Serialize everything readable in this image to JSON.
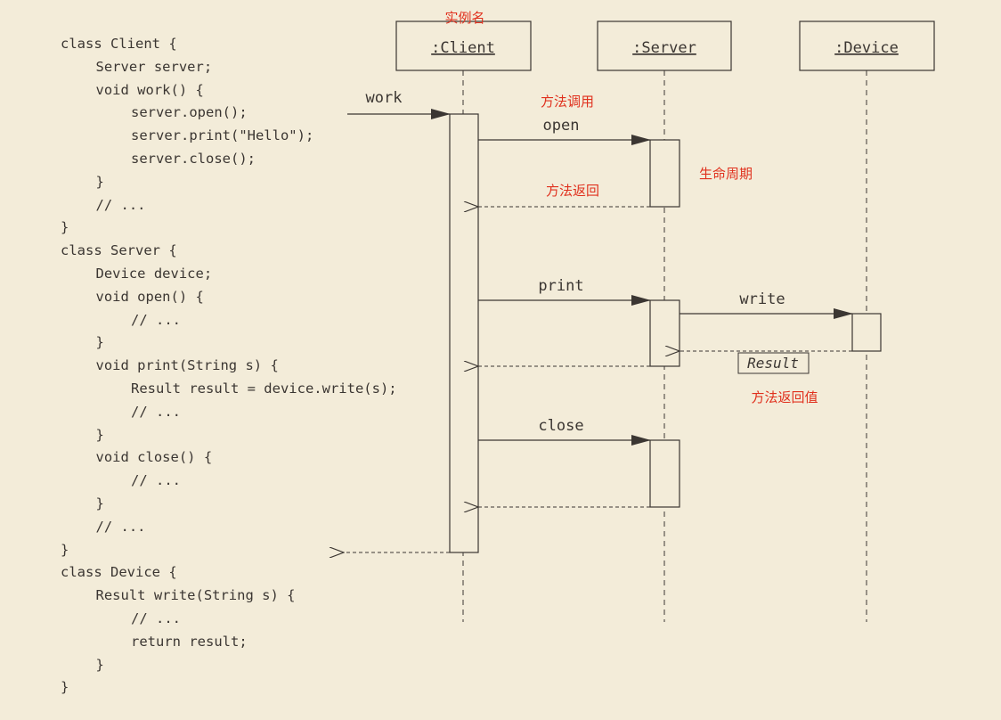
{
  "code": [
    {
      "t": "class Client {",
      "i": 0
    },
    {
      "t": "Server server;",
      "i": 1
    },
    {
      "t": "void work() {",
      "i": 1
    },
    {
      "t": "server.open();",
      "i": 2
    },
    {
      "t": "server.print(\"Hello\");",
      "i": 2
    },
    {
      "t": "server.close();",
      "i": 2
    },
    {
      "t": "}",
      "i": 1
    },
    {
      "t": "// ...",
      "i": 1
    },
    {
      "t": "}",
      "i": 0
    },
    {
      "t": "class Server {",
      "i": 0
    },
    {
      "t": "Device device;",
      "i": 1
    },
    {
      "t": "void open() {",
      "i": 1
    },
    {
      "t": "// ...",
      "i": 2
    },
    {
      "t": "}",
      "i": 1
    },
    {
      "t": "void print(String s) {",
      "i": 1
    },
    {
      "t": "Result result = device.write(s);",
      "i": 2
    },
    {
      "t": "// ...",
      "i": 2
    },
    {
      "t": "}",
      "i": 1
    },
    {
      "t": "void close() {",
      "i": 1
    },
    {
      "t": "// ...",
      "i": 2
    },
    {
      "t": "}",
      "i": 1
    },
    {
      "t": "// ...",
      "i": 1
    },
    {
      "t": "}",
      "i": 0
    },
    {
      "t": "class Device {",
      "i": 0
    },
    {
      "t": "Result write(String s) {",
      "i": 1
    },
    {
      "t": "// ...",
      "i": 2
    },
    {
      "t": "return result;",
      "i": 2
    },
    {
      "t": "}",
      "i": 1
    },
    {
      "t": "}",
      "i": 0
    }
  ],
  "diagram": {
    "participants": {
      "client": ":Client",
      "server": ":Server",
      "device": ":Device"
    },
    "messages": {
      "work": "work",
      "open": "open",
      "print": "print",
      "write": "write",
      "close": "close"
    },
    "return_value": "Result"
  },
  "annotations": {
    "instance_name": "实例名",
    "method_call": "方法调用",
    "lifecycle": "生命周期",
    "method_return": "方法返回",
    "return_value": "方法返回值"
  },
  "colors": {
    "background": "#f3ecd9",
    "ink": "#3b3632",
    "annotation": "#e0311e"
  }
}
